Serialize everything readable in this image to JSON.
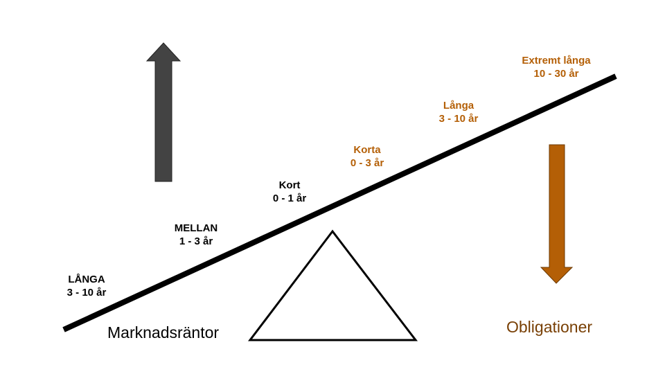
{
  "left_labels": [
    {
      "name": "LÅNGA",
      "range": "3 - 10 år"
    },
    {
      "name": "MELLAN",
      "range": "1 - 3 år"
    },
    {
      "name": "Kort",
      "range": "0 - 1 år"
    }
  ],
  "right_labels": [
    {
      "name": "Korta",
      "range": "0 - 3 år"
    },
    {
      "name": "Långa",
      "range": "3 - 10 år"
    },
    {
      "name": "Extremt långa",
      "range": "10 - 30 år"
    }
  ],
  "left_title": "Marknadsräntor",
  "right_title": "Obligationer",
  "colors": {
    "up_arrow": "#434343",
    "down_arrow": "#b45f06",
    "accent_text": "#b45f06",
    "right_title": "#783f04"
  }
}
